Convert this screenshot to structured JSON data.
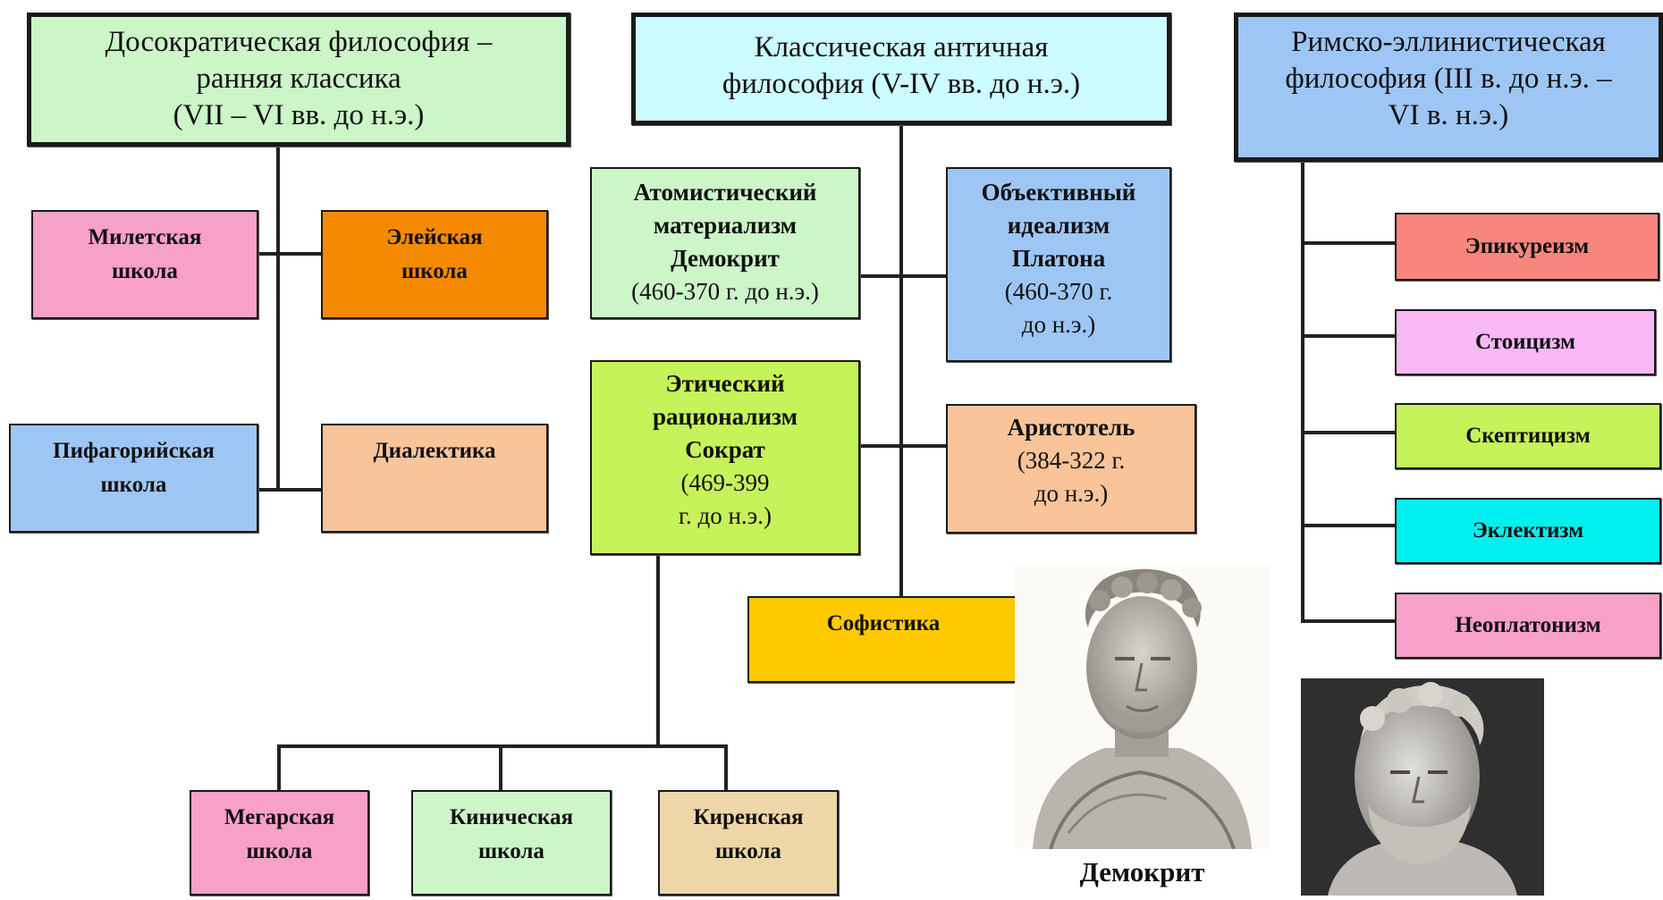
{
  "columns": {
    "presocratic": {
      "title_lines": [
        "Досократическая философия –",
        "ранняя классика",
        "(VII – VI вв. до н.э.)"
      ],
      "color": "#ccf5c8",
      "schools": [
        {
          "lines": [
            "Милетская",
            "школа"
          ],
          "color": "#f7a0c8"
        },
        {
          "lines": [
            "Элейская",
            "школа"
          ],
          "color": "#f58a00"
        },
        {
          "lines": [
            "Пифагорийская",
            "школа"
          ],
          "color": "#9ec6f5"
        },
        {
          "lines": [
            "Диалектика"
          ],
          "color": "#f9c49a"
        }
      ]
    },
    "classical": {
      "title_lines": [
        "Классическая античная",
        "философия (V-IV вв. до н.э.)"
      ],
      "color": "#ccfcff",
      "atomism": {
        "lines": [
          "Атомистический",
          "материализм",
          "Демокрит",
          "(460-370 г. до н.э.)"
        ],
        "color": "#ccf5c8"
      },
      "idealism": {
        "lines": [
          "Объективный",
          "идеализм",
          "Платона",
          "(460-370 г.",
          "до н.э.)"
        ],
        "color": "#9ec6f5"
      },
      "rationalism": {
        "lines": [
          "Этический",
          "рационализм",
          "Сократ",
          "(469-399",
          "г. до н.э.)"
        ],
        "color": "#c6f25a"
      },
      "aristotle": {
        "lines": [
          "Аристотель",
          "(384-322 г.",
          "до н.э.)"
        ],
        "color": "#f9c49a"
      },
      "sophistry": {
        "lines": [
          "Софистика"
        ],
        "color": "#ffc800"
      },
      "socratic_schools": [
        {
          "lines": [
            "Мегарская",
            "школа"
          ],
          "color": "#f7a0c8"
        },
        {
          "lines": [
            "Киническая",
            "школа"
          ],
          "color": "#ccf5c8"
        },
        {
          "lines": [
            "Киренская",
            "школа"
          ],
          "color": "#eed6a8"
        }
      ]
    },
    "hellenistic": {
      "title_lines": [
        "Римско-эллинистическая",
        "философия (III в. до н.э. –",
        "VI в. н.э.)"
      ],
      "color": "#9ec6f5",
      "schools": [
        {
          "lines": [
            "Эпикуреизм"
          ],
          "color": "#f7877e"
        },
        {
          "lines": [
            "Стоицизм"
          ],
          "color": "#f7b8f5"
        },
        {
          "lines": [
            "Скептицизм"
          ],
          "color": "#c6f25a"
        },
        {
          "lines": [
            "Эклектизм"
          ],
          "color": "#00f0f0"
        },
        {
          "lines": [
            "Неоплатонизм"
          ],
          "color": "#f7a0c8"
        }
      ]
    }
  },
  "portraits": {
    "democritus_caption": "Демокрит"
  }
}
